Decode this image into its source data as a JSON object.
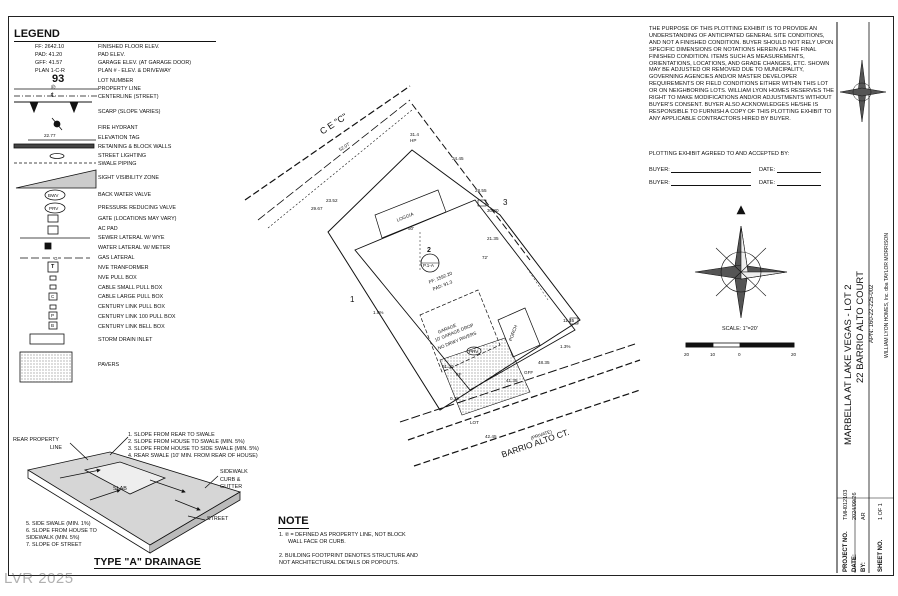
{
  "legend": {
    "title": "LEGEND",
    "items": [
      {
        "symbol": "FF: 2642.10",
        "label": "FINISHED FLOOR ELEV."
      },
      {
        "symbol": "PAD: 41.20",
        "label": "PAD ELEV."
      },
      {
        "symbol": "GFF: 41.57",
        "label": "GARAGE ELEV. (AT GARAGE DOOR)"
      },
      {
        "symbol": "PLAN 1-C-R",
        "label": "PLAN # - ELEV. & DRIVEWAY"
      },
      {
        "symbol": "93",
        "label": "LOT NUMBER"
      },
      {
        "symbol": "℗",
        "label": "PROPERTY LINE"
      },
      {
        "symbol": "℄",
        "label": "CENTERLINE (STREET)"
      },
      {
        "symbol": "",
        "label": "SCARP (SLOPE VARIES)"
      },
      {
        "symbol": "",
        "label": "FIRE HYDRANT"
      },
      {
        "symbol": "22.77",
        "label": "ELEVATION TAG"
      },
      {
        "symbol": "",
        "label": "RETAINING & BLOCK WALLS"
      },
      {
        "symbol": "",
        "label": "STREET LIGHTING"
      },
      {
        "symbol": "",
        "label": "SWALE PIPING"
      },
      {
        "symbol": "",
        "label": "SIGHT VISIBILITY ZONE"
      },
      {
        "symbol": "BWV",
        "label": "BACK WATER VALVE"
      },
      {
        "symbol": "PRV",
        "label": "PRESSURE REDUCING VALVE"
      },
      {
        "symbol": "",
        "label": "GATE (LOCATIONS MAY VARY)"
      },
      {
        "symbol": "",
        "label": "AC PAD"
      },
      {
        "symbol": "",
        "label": "SEWER LATERAL W/ WYE"
      },
      {
        "symbol": "",
        "label": "WATER LATERAL W/ METER"
      },
      {
        "symbol": "G",
        "label": "GAS LATERAL"
      },
      {
        "symbol": "T",
        "label": "NVE TRANFORMER"
      },
      {
        "symbol": "",
        "label": "NVE PULL BOX"
      },
      {
        "symbol": "",
        "label": "CABLE SMALL PULL BOX"
      },
      {
        "symbol": "C",
        "label": "CABLE LARGE PULL BOX"
      },
      {
        "symbol": "",
        "label": "CENTURY LINK PULL BOX"
      },
      {
        "symbol": "P",
        "label": "CENTURY LINK 100 PULL BOX"
      },
      {
        "symbol": "B",
        "label": "CENTURY LINK BELL BOX"
      },
      {
        "symbol": "",
        "label": "STORM DRAIN INLET"
      },
      {
        "symbol": "",
        "label": "PAVERS"
      }
    ]
  },
  "drainage": {
    "title": "TYPE \"A\" DRAINAGE",
    "steps": [
      "1. SLOPE FROM REAR TO SWALE",
      "2. SLOPE FROM HOUSE TO SWALE (MIN. 5%)",
      "3. SLOPE FROM HOUSE TO SIDE SWALE (MIN. 5%)",
      "4. REAR SWALE (10' MIN. FROM REAR OF HOUSE)"
    ],
    "steps_lower": [
      "5. SIDE SWALE (MIN. 1%)",
      "6. SLOPE FROM HOUSE TO",
      "SIDEWALK (MIN. 5%)",
      "7. SLOPE OF STREET"
    ],
    "labels": {
      "rear_line_1": "REAR PROPERTY",
      "rear_line_2": "LINE",
      "slab": "SLAB",
      "sidewalk": "SIDEWALK",
      "curb_1": "CURB &",
      "curb_2": "GUTTER",
      "street": "STREET"
    }
  },
  "note": {
    "title": "NOTE",
    "lines": [
      "1. ℗ = DEFINED AS PROPERTY LINE, NOT BLOCK",
      "WALL FACE OR CURB.",
      "2. BUILDING FOOTPRINT DENOTES STRUCTURE AND",
      "NOT ARCHITECTURAL DETAILS OR POPOUTS."
    ]
  },
  "plan": {
    "street_top": "C E \"C\"",
    "street_bottom": "BARRIO ALTO CT.",
    "street_bottom_sub": "(PRIVATE)",
    "lot_number": "2",
    "lot_plan": "P.1-A",
    "ff": "FF: 1592.20",
    "pad": "PAD: 91.3",
    "loggia": "LOGGIA",
    "garage_1": "GARAGE",
    "garage_2": "10' GARAGE DROP",
    "garage_3": "NO DRWY PAVERS",
    "porch": "PORCH",
    "prv": "PRV",
    "dim_50": "50'",
    "dim_72": "72'",
    "dim_52": "52.07'",
    "side_lot": "1",
    "side_lot_right": "3",
    "elevs": [
      "23.52",
      "29.67",
      "31.4",
      "HP",
      "34.45",
      "28.55",
      "30.80",
      "21.35",
      "11.35",
      "1.0%",
      "1.3%",
      "81.30",
      "41.35",
      "48.35",
      "LOT",
      "0.35",
      "42.45",
      "FF",
      "GFF"
    ]
  },
  "disclaimer": "THE PURPOSE OF THIS PLOTTING EXHIBIT IS TO PROVIDE AN UNDERSTANDING OF ANTICIPATED GENERAL SITE CONDITIONS, AND NOT A FINISHED CONDITION. BUYER SHOULD NOT RELY UPON SPECIFIC DIMENSIONS OR NOTATIONS HEREIN AS THE FINAL FINISHED CONDITION. ITEMS SUCH AS MEASUREMENTS, ORIENTATIONS, LOCATIONS, AND GRADE CHANGES, ETC. SHOWN MAY BE ADJUSTED OR REMOVED DUE TO MUNICIPALITY, GOVERNING AGENCIES AND/OR MASTER DEVELOPER REQUIREMENTS OR FIELD CONDITIONS EITHER WITHIN THIS LOT OR ON NEIGHBORING LOTS. WILLIAM LYON HOMES RESERVES THE RIGHT TO MAKE MODIFICATIONS AND/OR ADJUSTMENTS WITHOUT BUYER'S CONSENT. BUYER ALSO ACKNOWLEDGES HE/SHE IS RESPONSIBLE TO FURNISH A COPY OF THIS PLOTTING EXHIBIT TO ANY APPLICABLE CONTRACTORS HIRED BY BUYER.",
  "signature": {
    "heading": "PLOTTING EXHIBIT AGREED TO AND ACCEPTED BY:",
    "buyer_label": "BUYER:",
    "date_label": "DATE:"
  },
  "scale": {
    "label": "SCALE: 1\"=20'",
    "ticks": [
      "20",
      "10",
      "0",
      "20"
    ]
  },
  "title_block": {
    "project": "MARBELLA AT LAKE VEGAS - LOT 2",
    "address": "22 BARRIO ALTO COURT",
    "apn": "APN: 160-22-225-002",
    "company": "WILLIAM LYON HOMES, Inc. dba TAYLOR MORRISON",
    "project_no_label": "PROJECT NO.",
    "project_no": "TMH012103",
    "date_label": "DATE:",
    "date": "2024/09/26",
    "by_label": "BY:",
    "by": "AR",
    "sheet_label": "SHEET NO.",
    "sheet": "1 OF 1"
  },
  "watermark": "LVR 2025"
}
